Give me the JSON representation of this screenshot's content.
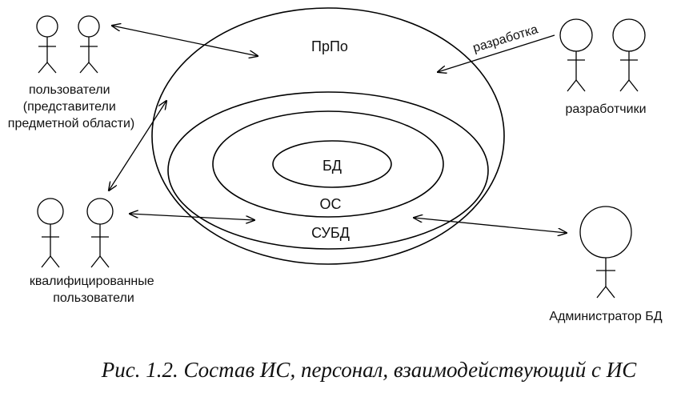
{
  "diagram": {
    "layers": {
      "outer": "ПрПо",
      "dbms": "СУБД",
      "os": "ОС",
      "db": "БД"
    },
    "actors": {
      "users": [
        "пользователи",
        "(представители",
        "предметной области)"
      ],
      "developers": "разработчики",
      "qualified_users": [
        "квалифицированные",
        "пользователи"
      ],
      "db_admin": "Администратор БД"
    },
    "arrow_labels": {
      "development": "разработка"
    },
    "caption": "Рис. 1.2. Состав ИС, персонал, взаимодействующий с ИС"
  }
}
